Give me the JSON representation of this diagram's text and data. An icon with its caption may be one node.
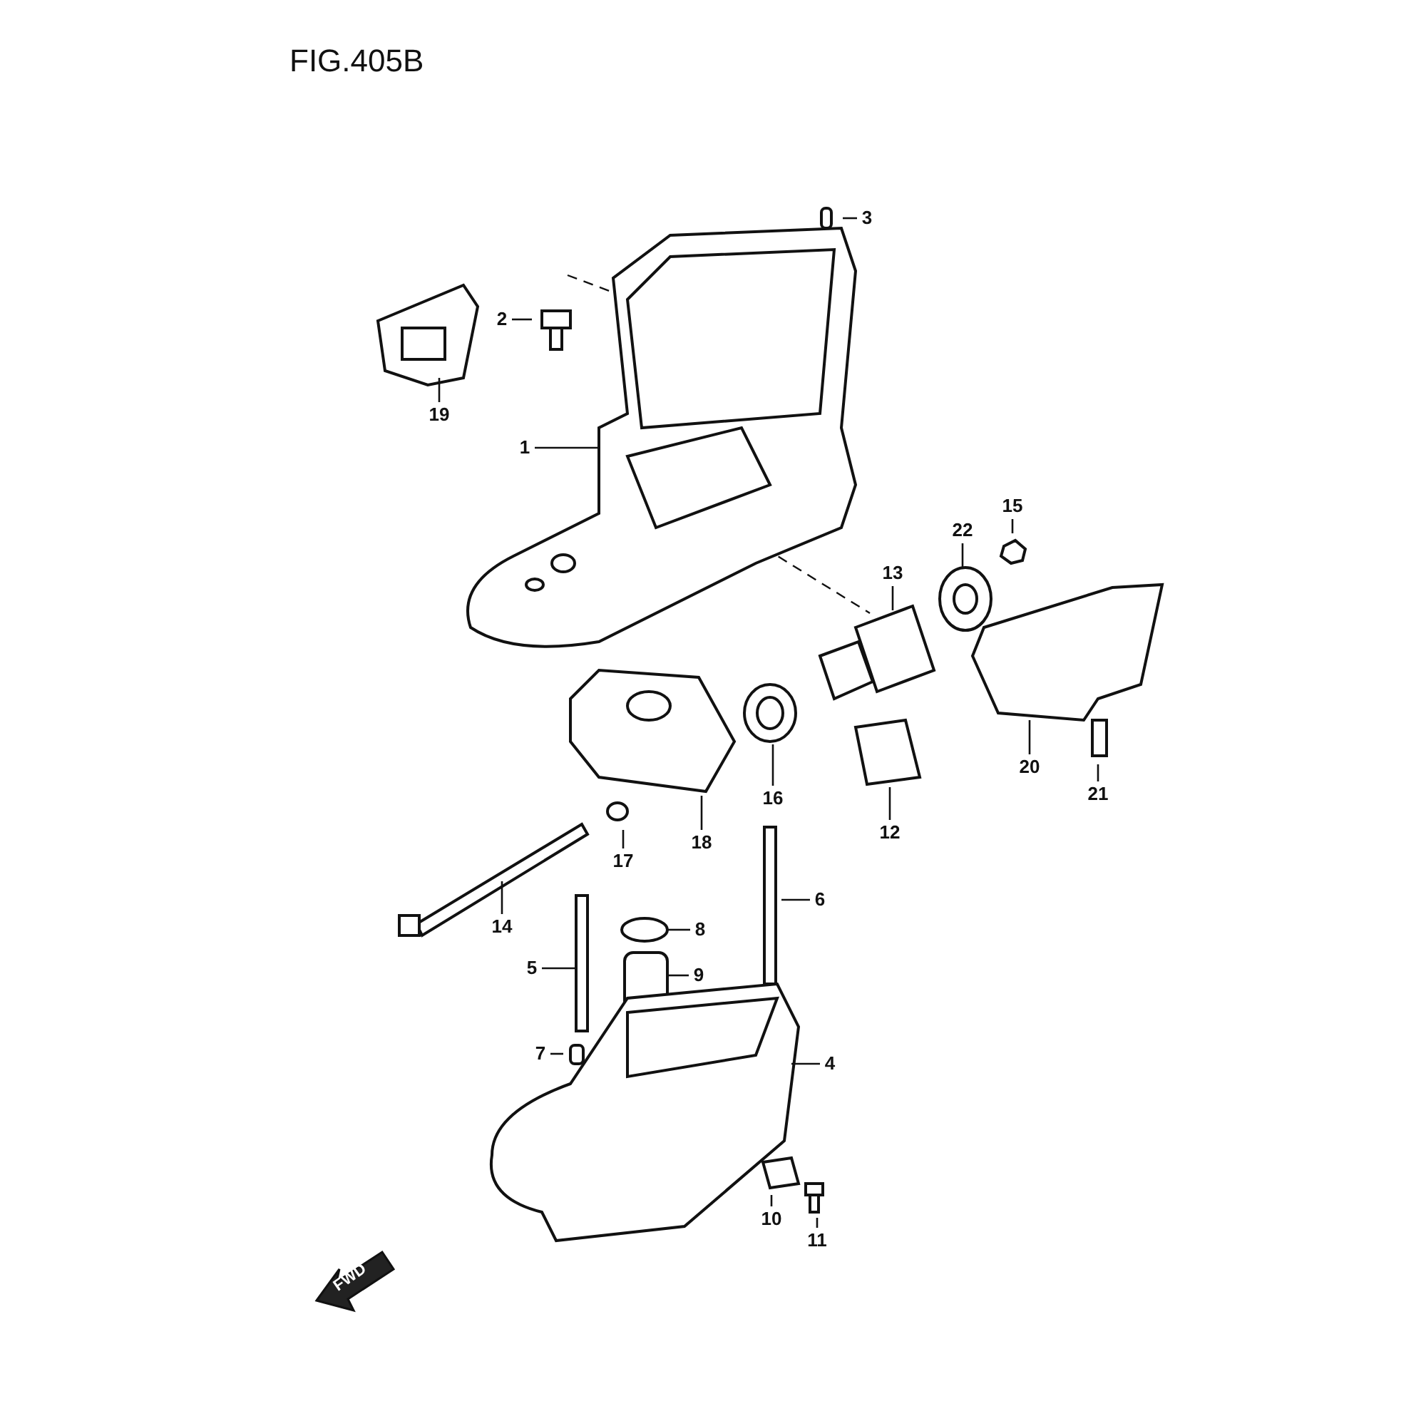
{
  "diagram": {
    "title": "FIG.405B",
    "nodes": [
      {
        "text": [
          "3"
        ]
      },
      {
        "text": [
          "2"
        ]
      },
      {
        "text": [
          "19"
        ]
      },
      {
        "text": [
          "1"
        ]
      },
      {
        "text": [
          "15"
        ]
      },
      {
        "text": [
          "22"
        ]
      },
      {
        "text": [
          "13"
        ]
      },
      {
        "text": [
          "20"
        ]
      },
      {
        "text": [
          "21"
        ]
      },
      {
        "text": [
          "16"
        ]
      },
      {
        "text": [
          "12"
        ]
      },
      {
        "text": [
          "17"
        ]
      },
      {
        "text": [
          "18"
        ]
      },
      {
        "text": [
          "6"
        ]
      },
      {
        "text": [
          "14"
        ]
      },
      {
        "text": [
          "8"
        ]
      },
      {
        "text": [
          "5"
        ]
      },
      {
        "text": [
          "9"
        ]
      },
      {
        "text": [
          "4"
        ]
      },
      {
        "text": [
          "7"
        ]
      },
      {
        "text": [
          "10"
        ]
      },
      {
        "text": [
          "11"
        ]
      }
    ],
    "edges": [
      {
        "from": 0,
        "to": null,
        "arrow": "none"
      },
      {
        "from": 1,
        "to": null,
        "arrow": "none"
      },
      {
        "from": 2,
        "to": null,
        "arrow": "none"
      },
      {
        "from": 3,
        "to": null,
        "arrow": "none"
      },
      {
        "from": 4,
        "to": null,
        "arrow": "none"
      },
      {
        "from": 5,
        "to": null,
        "arrow": "none"
      },
      {
        "from": 6,
        "to": null,
        "arrow": "none"
      },
      {
        "from": 7,
        "to": null,
        "arrow": "none"
      },
      {
        "from": 8,
        "to": null,
        "arrow": "none"
      },
      {
        "from": 9,
        "to": null,
        "arrow": "none"
      },
      {
        "from": 10,
        "to": null,
        "arrow": "none"
      },
      {
        "from": 11,
        "to": null,
        "arrow": "none"
      },
      {
        "from": 12,
        "to": null,
        "arrow": "none"
      },
      {
        "from": 13,
        "to": null,
        "arrow": "none"
      },
      {
        "from": 14,
        "to": null,
        "arrow": "none"
      },
      {
        "from": 15,
        "to": null,
        "arrow": "none"
      },
      {
        "from": 16,
        "to": null,
        "arrow": "none"
      },
      {
        "from": 17,
        "to": null,
        "arrow": "none"
      },
      {
        "from": 18,
        "to": null,
        "arrow": "none"
      },
      {
        "from": 19,
        "to": null,
        "arrow": "none"
      },
      {
        "from": 20,
        "to": null,
        "arrow": "none"
      },
      {
        "from": 21,
        "to": null,
        "arrow": "none"
      }
    ],
    "labels": [
      "FWD"
    ]
  }
}
